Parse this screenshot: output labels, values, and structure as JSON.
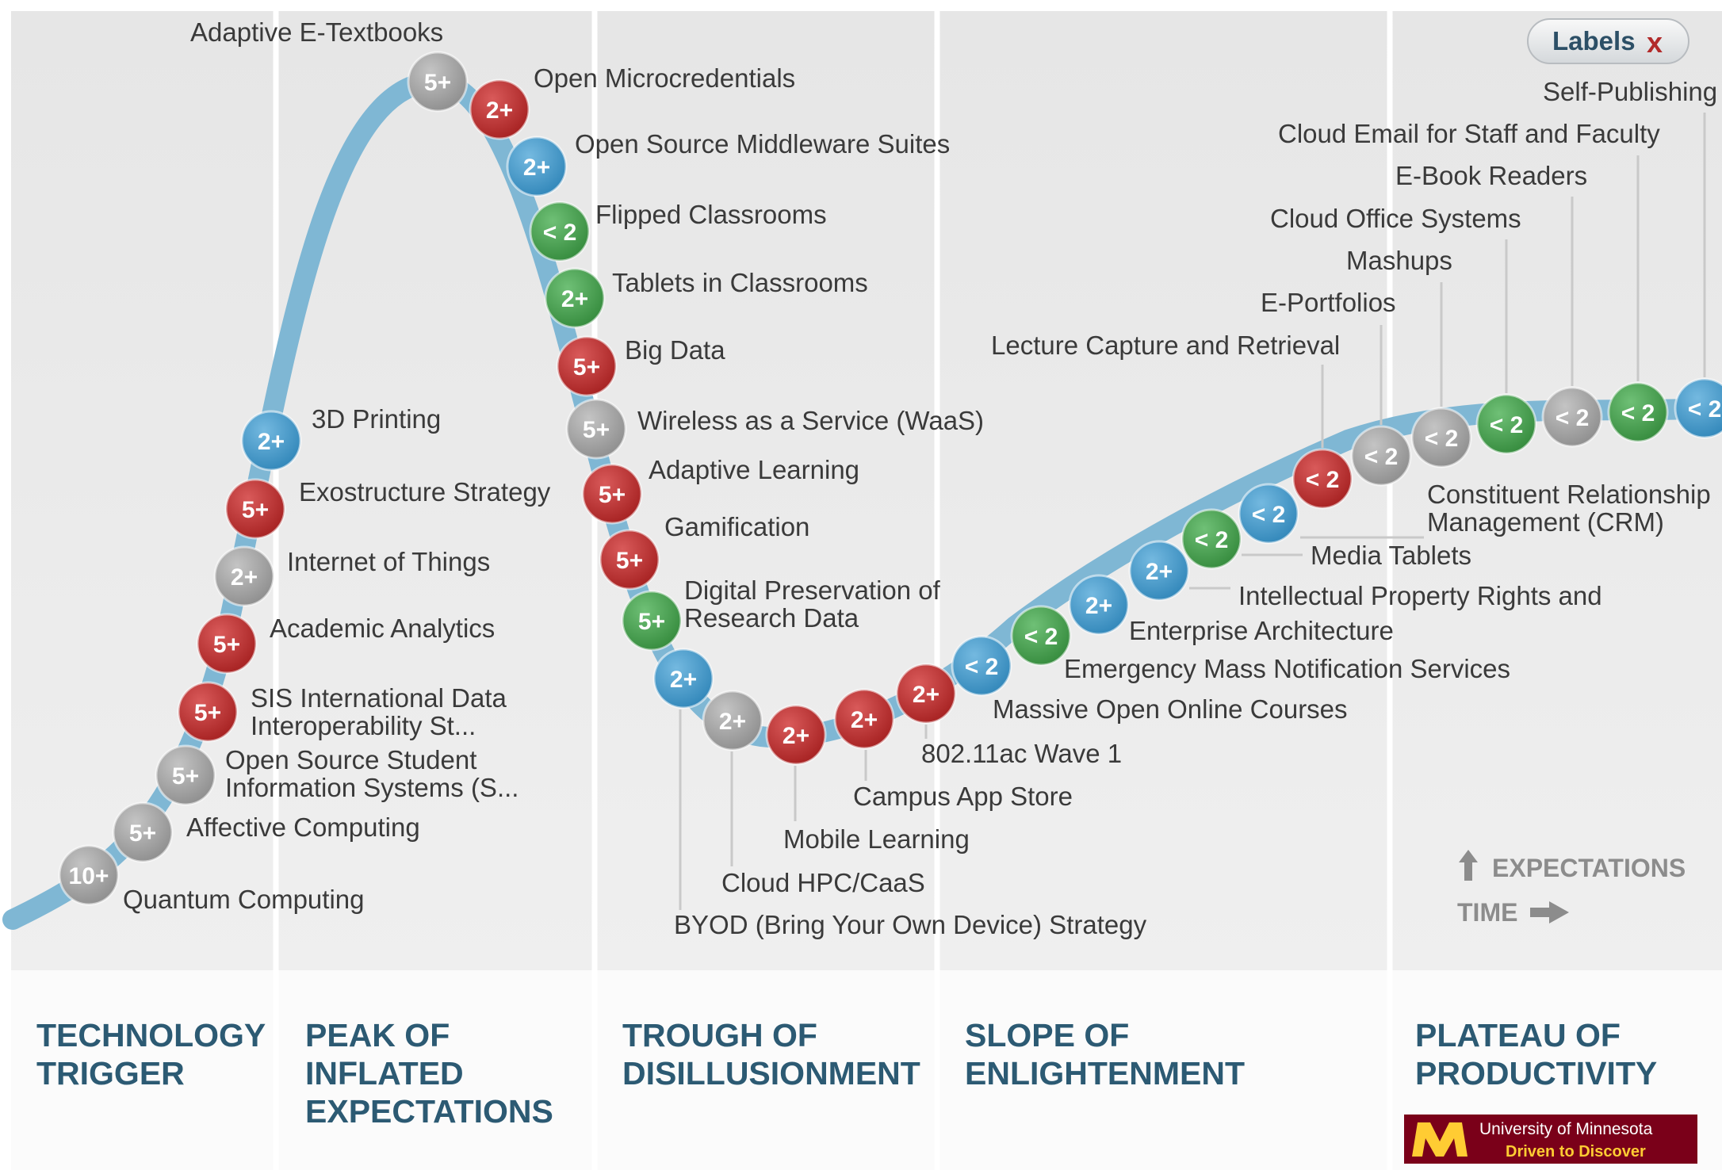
{
  "labels_button": {
    "label": "Labels",
    "close": "x"
  },
  "phases": [
    {
      "lines": [
        "TECHNOLOGY",
        "TRIGGER"
      ]
    },
    {
      "lines": [
        "PEAK OF",
        "INFLATED",
        "EXPECTATIONS"
      ]
    },
    {
      "lines": [
        "TROUGH OF",
        "DISILLUSIONMENT"
      ]
    },
    {
      "lines": [
        "SLOPE OF",
        "ENLIGHTENMENT"
      ]
    },
    {
      "lines": [
        "PLATEAU OF",
        "PRODUCTIVITY"
      ]
    }
  ],
  "legend": {
    "expectations": "EXPECTATIONS",
    "time": "TIME"
  },
  "logo": {
    "name": "University of Minnesota",
    "tagline": "Driven to Discover",
    "mark": "M"
  },
  "colors": {
    "red": "#b22a2a",
    "blue": "#3d93c4",
    "green": "#3f9a47",
    "gray": "#9d9d9d",
    "curve": "#7fb7d4",
    "phase_title": "#2c5a73",
    "logo_bg": "#7a0019",
    "logo_gold": "#ffcc33"
  },
  "technologies": [
    {
      "name": "Quantum Computing",
      "badge": "10+",
      "color": "gray"
    },
    {
      "name": "Affective Computing",
      "badge": "5+",
      "color": "gray"
    },
    {
      "name": "Open Source Student Information Systems (S...",
      "badge": "5+",
      "color": "gray"
    },
    {
      "name": "SIS International Data Interoperability St...",
      "badge": "5+",
      "color": "red"
    },
    {
      "name": "Academic Analytics",
      "badge": "5+",
      "color": "red"
    },
    {
      "name": "Internet of Things",
      "badge": "2+",
      "color": "gray"
    },
    {
      "name": "Exostructure Strategy",
      "badge": "5+",
      "color": "red"
    },
    {
      "name": "3D Printing",
      "badge": "2+",
      "color": "blue"
    },
    {
      "name": "Adaptive E-Textbooks",
      "badge": "5+",
      "color": "gray"
    },
    {
      "name": "Open Microcredentials",
      "badge": "2+",
      "color": "red"
    },
    {
      "name": "Open Source Middleware Suites",
      "badge": "2+",
      "color": "blue"
    },
    {
      "name": "Flipped Classrooms",
      "badge": "< 2",
      "color": "green"
    },
    {
      "name": "Tablets in Classrooms",
      "badge": "2+",
      "color": "green"
    },
    {
      "name": "Big Data",
      "badge": "5+",
      "color": "red"
    },
    {
      "name": "Wireless as a Service (WaaS)",
      "badge": "5+",
      "color": "gray"
    },
    {
      "name": "Adaptive Learning",
      "badge": "5+",
      "color": "red"
    },
    {
      "name": "Gamification",
      "badge": "5+",
      "color": "red"
    },
    {
      "name": "Digital Preservation of Research Data",
      "badge": "5+",
      "color": "green"
    },
    {
      "name": "BYOD (Bring Your Own Device) Strategy",
      "badge": "2+",
      "color": "blue"
    },
    {
      "name": "Cloud HPC/CaaS",
      "badge": "2+",
      "color": "gray"
    },
    {
      "name": "Mobile Learning",
      "badge": "2+",
      "color": "red"
    },
    {
      "name": "Campus App Store",
      "badge": "2+",
      "color": "red"
    },
    {
      "name": "802.11ac Wave 1",
      "badge": "2+",
      "color": "red"
    },
    {
      "name": "Massive Open Online Courses",
      "badge": "< 2",
      "color": "blue"
    },
    {
      "name": "Emergency Mass Notification Services",
      "badge": "< 2",
      "color": "green"
    },
    {
      "name": "Enterprise Architecture",
      "badge": "2+",
      "color": "blue"
    },
    {
      "name": "Intellectual Property Rights and",
      "badge": "2+",
      "color": "blue"
    },
    {
      "name": "Media Tablets",
      "badge": "< 2",
      "color": "green"
    },
    {
      "name": "Constituent Relationship Management (CRM)",
      "badge": "< 2",
      "color": "blue"
    },
    {
      "name": "Lecture Capture and Retrieval",
      "badge": "< 2",
      "color": "red"
    },
    {
      "name": "E-Portfolios",
      "badge": "< 2",
      "color": "gray"
    },
    {
      "name": "Mashups",
      "badge": "< 2",
      "color": "gray"
    },
    {
      "name": "Cloud Office Systems",
      "badge": "< 2",
      "color": "green"
    },
    {
      "name": "E-Book Readers",
      "badge": "< 2",
      "color": "gray"
    },
    {
      "name": "Cloud Email for Staff and Faculty",
      "badge": "< 2",
      "color": "green"
    },
    {
      "name": "Self-Publishing",
      "badge": "< 2",
      "color": "blue"
    }
  ]
}
